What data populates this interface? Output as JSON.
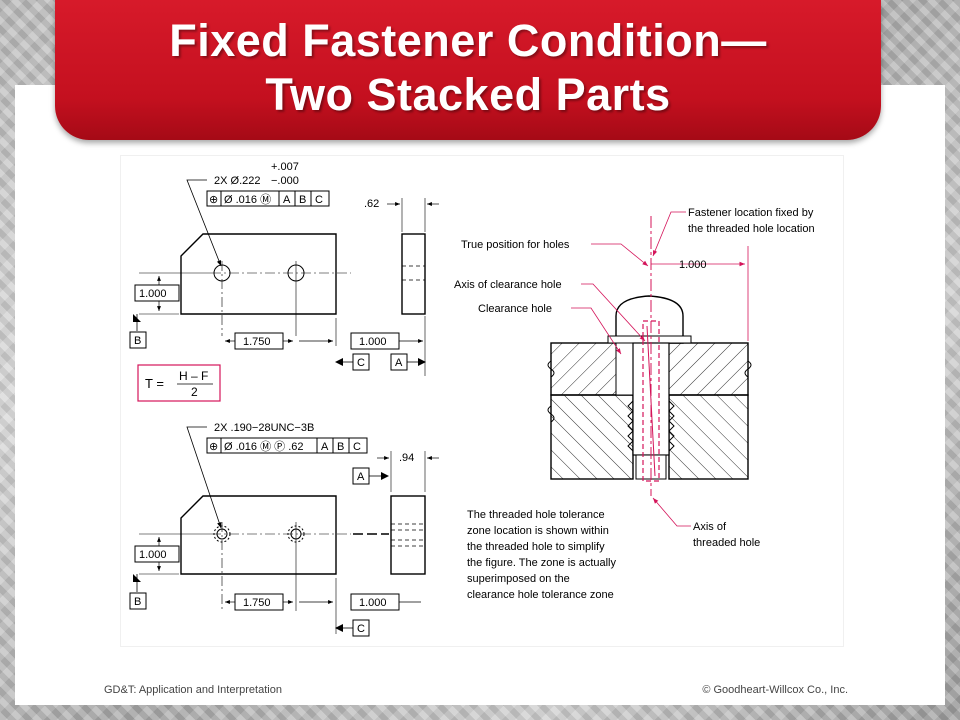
{
  "slide": {
    "title_line1": "Fixed Fastener Condition—",
    "title_line2": "Two Stacked Parts",
    "footer_left": "GD&T: Application and Interpretation",
    "footer_right": "© Goodheart-Willcox Co., Inc."
  },
  "colors": {
    "banner": "#c4101f",
    "annotation": "#d4145a",
    "line": "#000000"
  },
  "top_part": {
    "hole_callout": "2X Ø.222",
    "tol_plus": "+.007",
    "tol_minus": "−.000",
    "fcf": [
      "⊕",
      "Ø .016 Ⓜ",
      "A",
      "B",
      "C"
    ],
    "dim_vertical": "1.000",
    "dim_spacing": "1.750",
    "dim_horizontal": "1.000",
    "thickness": ".62",
    "datum_b": "B",
    "datum_c": "C",
    "datum_a": "A",
    "formula_lhs": "T =",
    "formula_num": "H – F",
    "formula_den": "2"
  },
  "bottom_part": {
    "hole_callout": "2X .190−28UNC−3B",
    "fcf": [
      "⊕",
      "Ø .016 Ⓜ Ⓟ .62",
      "A",
      "B",
      "C"
    ],
    "datum_a": "A",
    "thickness": ".94",
    "dim_vertical": "1.000",
    "dim_spacing": "1.750",
    "dim_horizontal": "1.000",
    "datum_b": "B",
    "datum_c": "C"
  },
  "section_view": {
    "label_fastener": "Fastener location fixed by",
    "label_fastener2": "the threaded hole location",
    "label_true_position": "True position for holes",
    "label_axis_clearance": "Axis of clearance hole",
    "label_clearance_hole": "Clearance hole",
    "dim_spacing": "1.000",
    "label_axis_threaded": "Axis of",
    "label_axis_threaded2": "threaded hole",
    "note": [
      "The threaded hole tolerance",
      "zone location is shown within",
      "the threaded hole to simplify",
      "the figure. The zone is actually",
      "superimposed on the",
      "clearance hole tolerance zone"
    ]
  }
}
